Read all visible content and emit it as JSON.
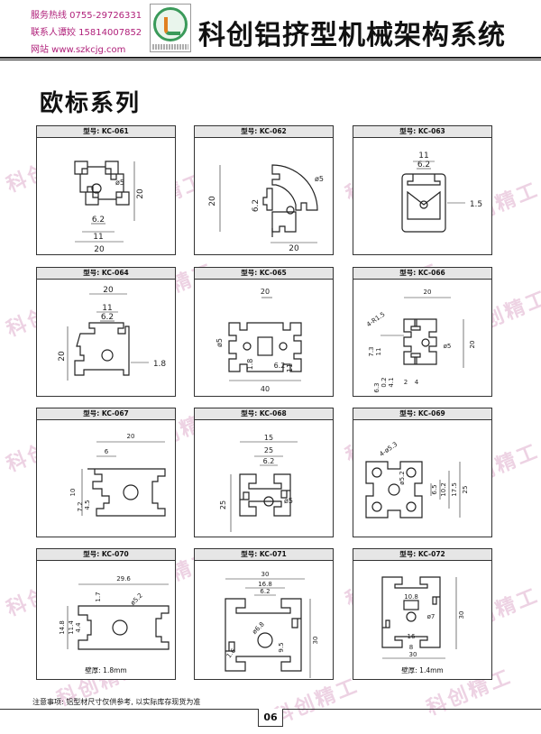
{
  "header": {
    "hotline": "服务热线 0755-29726331",
    "contact": "联系人谭姣 15814007852",
    "website": "网站 www.szkcjg.com",
    "company": "科创铝挤型机械架构系统"
  },
  "series_title": "欧标系列",
  "watermark": "科创精工",
  "cards": [
    {
      "title": "型号: KC-061",
      "dims": [
        "20",
        "20",
        "6.2",
        "11",
        "ø5"
      ]
    },
    {
      "title": "型号: KC-062",
      "dims": [
        "20",
        "20",
        "6.2",
        "ø5"
      ]
    },
    {
      "title": "型号: KC-063",
      "dims": [
        "11",
        "6.2",
        "1.5"
      ]
    },
    {
      "title": "型号: KC-064",
      "dims": [
        "20",
        "6.2",
        "11",
        "20",
        "1.8"
      ]
    },
    {
      "title": "型号: KC-065",
      "dims": [
        "20",
        "ø5",
        "1.8",
        "6.2",
        "11",
        "40"
      ]
    },
    {
      "title": "型号: KC-066",
      "dims": [
        "20",
        "4-R1.5",
        "ø5",
        "11",
        "7.3",
        "20",
        "6.3",
        "0.2",
        "4.1",
        "2",
        "4"
      ]
    },
    {
      "title": "型号: KC-067",
      "dims": [
        "20",
        "6",
        "10",
        "7.2",
        "4.5"
      ]
    },
    {
      "title": "型号: KC-068",
      "dims": [
        "25",
        "15",
        "6.2",
        "ø5",
        "25"
      ]
    },
    {
      "title": "型号: KC-069",
      "dims": [
        "4-ø5.3",
        "ø5.2",
        "6.5",
        "10.2",
        "17.5",
        "25"
      ]
    },
    {
      "title": "型号: KC-070",
      "dims": [
        "29.6",
        "1.7",
        "ø5.2",
        "14.8",
        "11.4",
        "4.4"
      ],
      "note": "壁厚: 1.8mm"
    },
    {
      "title": "型号: KC-071",
      "dims": [
        "30",
        "16.8",
        "6.2",
        "ø6.8",
        "9.5",
        "1.6",
        "30"
      ]
    },
    {
      "title": "型号: KC-072",
      "dims": [
        "10.8",
        "ø7",
        "16",
        "8",
        "30",
        "30"
      ],
      "note": "壁厚: 1.4mm"
    }
  ],
  "footnote": "注意事项: 铝型材尺寸仅供参考, 以实际库存现货为准",
  "page_number": "06"
}
